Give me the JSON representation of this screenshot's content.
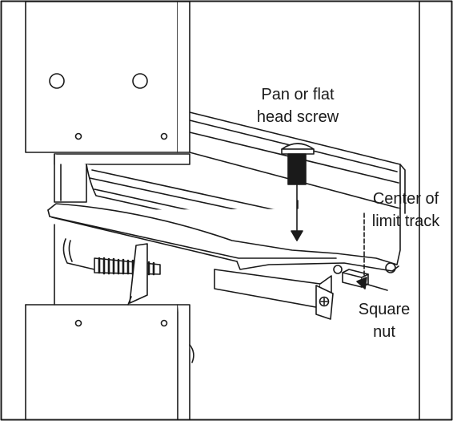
{
  "callouts": {
    "screw": {
      "line1": "Pan or flat",
      "line2": "head screw"
    },
    "center": {
      "line1": "Center of",
      "line2": "limit track"
    },
    "nut": {
      "line1": "Square",
      "line2": "nut"
    }
  },
  "colors": {
    "stroke": "#1a1a1a",
    "background": "#ffffff"
  }
}
